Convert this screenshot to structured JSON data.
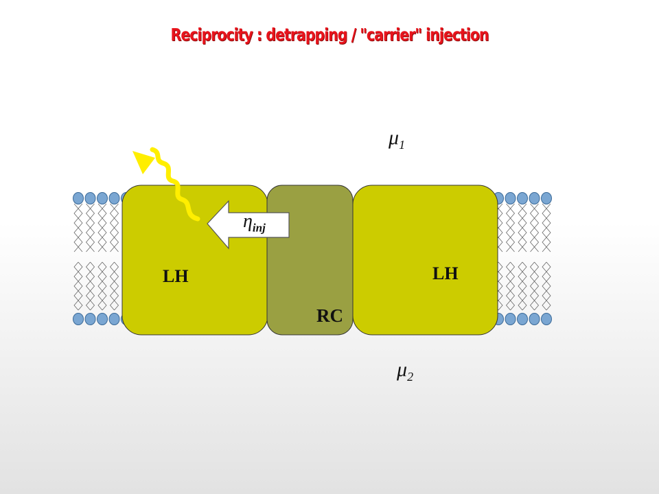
{
  "title": "Reciprocity : detrapping / \"carrier\" injection",
  "labels": {
    "lh_left": "LH",
    "lh_right": "LH",
    "rc": "RC",
    "mu1_symbol": "μ",
    "mu1_sub": "1",
    "mu2_symbol": "μ",
    "mu2_sub": "2",
    "eta_symbol": "η",
    "eta_sub": "inj"
  },
  "colors": {
    "title": "#e8141c",
    "lh_fill": "#cccc00",
    "rc_fill": "#9aa042",
    "lipid_head": "#7aa6d2",
    "photon": "#ffee00"
  },
  "icons": {
    "photon": "wavy-photon-arrow",
    "injection": "left-block-arrow"
  }
}
